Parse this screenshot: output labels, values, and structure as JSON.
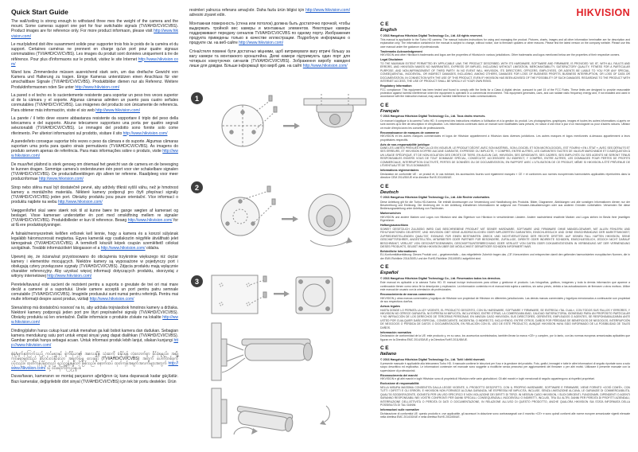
{
  "page": {
    "title": "Quick Start Guide"
  },
  "brand": {
    "logo_text": "HIKVISION",
    "logo_color": "#e01f26"
  },
  "steps": [
    {
      "num": "1"
    },
    {
      "num": "2"
    },
    {
      "num": "3"
    }
  ],
  "left_paragraphs": [
    {
      "before": "The wall/ceiling is strong enough to withstand three mes the weight of the camera and the mount. Some cameras support one port for four switchable signals (TVI/AHD/CVI/CVBS). Product images are for reference only. For more product informaon, please visit ",
      "url": "http://www.hikvision.com/",
      "after": ""
    },
    {
      "before": "Le mur/plafond doit être susamment solide pour supporter trois fois le poids de la caméra et du support. Certaines caméras ne prennent en charge qu'un port pour quatre signaux commutables (TVI/AHD/CVI/CVBS). Les images du produit sont données uniquement à tre de référence. Pour plus d'informaons sur le produit, visitez le site Internet ",
      "url": "http://www.hikvision.com/",
      "after": ""
    },
    {
      "before": "Wand bzw. Zimmerdecke müssen ausreichend stark sein, um das dreifache Gewicht von Kamera und Halterung zu tragen. Einige Kameras unterstützen einen Anschluss für vier umschaltbare Signale (TVI/AHD/CVI/CVBS). Produktbilder dienen nur als Referenz. Weitere Produktinformaonen nden Sie unter ",
      "url": "http://www.hikvision.com/",
      "after": ""
    },
    {
      "before": "La pared o el techo es lo sucientemente resistente para soportar un peso tres veces superior al de la cámara y el soporte. Algunas cámaras admiten un puerto para cuatro señales conmutables (TVI/AHD/CVI/CVBS). Las imágenes del producto son únicamente de referencia. Para obtener más información, visite el sio web ",
      "url": "http://www.hikvision.com/",
      "after": ""
    },
    {
      "before": "La parete / il tetto deve essere abbastanza resistente da sopportare il triplo del peso della telecamera e del supporto. Alcune telecamere supportano una porta per quattro segnali selezionabili (TVI/AHD/CVI/CVBS). Le immagini del prodotto sono fornite solo come riferimento. Per ulteriori informazioni sul prodotto, visitare il sito ",
      "url": "http://www.hikvision.com/",
      "after": ""
    },
    {
      "before": "A parede/teto consegue suportar três vezes o peso da câmara e do suporte. Algumas câmaras suportam uma porta para quatro sinais permutáveis (TVI/AHD/CVI/CVBS). As imagens do produto servem apenas de referência. Para mais informações sobre o produto, visite ",
      "url": "http://www.hikvision.com/",
      "after": ""
    },
    {
      "before": "De muur/het plafond is sterk genoeg om driemaal het gewicht van de camera en de bevesging te kunnen dragen. Sommige camera's ondersteunen één poort voor vier schakelbare signalen (TVI/AHD/CVI/CVBS). De productafbeeldingen zijn alleen ter referene. Raadpleeg voor meer producnformae ",
      "url": "http://www.hikvision.com/",
      "after": ""
    },
    {
      "before": "Strop nebo stěna musí být dostatečně pevné, aby udržely třikrát vyšší váhu, než je hmotnost kamery a montážního materiálu. Některé kamery podporují pro čtyři přepínací signály (TVI/AHD/CVI/CVBS) jeden port. Obrázky produktu jsou pouze orientační. Více informací o produktu najdete na webu ",
      "url": "http://www.hikvision.com/",
      "after": ""
    },
    {
      "before": "Væggen/loftet skal være stærk nok til at kunne bære tre gange vægten af kameraet og beslaget. Visse kameraer understøtter én port med omskiftning mellem re signaler (TVI/AHD/CVI/CVBS). Produktbilleder er kun til reference. Besøg ",
      "url": "http://www.hikvision.com/",
      "after": " for at få ere produktoplysninger."
    },
    {
      "before": "A falnak/mennyezetnek kellően erősnek kell lennie, hogy a kamera és a konzol súlyának legalább háromszorosát megtartsa. Egyes kamerák egy csatlakozón négyféle átváltható jelet támogatnak (TVI/AHD/CVI/CVBS). A termékről készült képek csupán szemléltető célokat szolgálnak. További információkért látogasson el a ",
      "url": "http://www.hikvision.com/",
      "after": " oldalra."
    },
    {
      "before": "Upewnij się, że ściana/sut przystosowano do obciążenia trzykrotnie większego niż ciężar kamery i elementów mocujących. Niektóre kamery są wyposażone w pojedynczy port i obsługują cztery przełączane sygnały (TVI/AHD/CVI/CVBS). Zdjęcia produktu mają wyłącznie charakter referencyjny. Aby uzyskać więcej informacji dotyczących produktu, skorzystaj z witryny internetowej ",
      "url": "http://www.hikvision.com/",
      "after": ""
    },
    {
      "before": "Peretele/tavanul este sucient de rezistent pentru a suporta o greutate de trei ori mai mare decât a camerei și a suportului. Unele camere acceptă un port pentru patru semnale comutabile (TVI/AHD/CVI/CVBS). Imaginile produsului sunt numai pentru referință. Pentru mai multe informații despre acest produs, vizitați ",
      "url": "http://www.hikvision.com/",
      "after": ""
    },
    {
      "before": "Stena/strop má dostatočnú nosnosť na to, aby udržala trojnásobok hmotnos kamery a držiaka. Niektoré kamery podporujú jeden port pre štyri prepínateľné signály (TVI/AHD/CVI/CVBS). Obrázky produktu sú len orientačné. Ďalšie informácie o produkte získate na lokalite ",
      "url": "http://www.hikvision.com/",
      "after": ""
    },
    {
      "before": "Dinding/plafon harus cukup kuat untuk menahan ga kali bobot kamera dan dudukan. Sebagian kamera mendukung satu port untuk empat sinyal yang dapat dialihkan (TVI/AHD/CVI/CVBS). Gambar produk hanya sebagai acuan. Untuk informasi produk lebih lanjut, silakan kunjungi ",
      "url": "http://www.hikvision.com/",
      "after": ""
    },
    {
      "before": "နံရံ/မျက်နှာကြက်သည် ကင်မရာနှင့် စွဲကိရိယာ၏ အလေးချိန် သုံးဆကို ခံနိုင်ရန် လုံလောက်စွာ ခိုင်ခံ့ရမည်။ အချို့ ကင်မရာများသည် ပြောင်းလဲနိုင်သော အချက်ပြမှု လေးမျိုး (TVI/AHD/CVI/CVBS) အတွက် ပေါက်တစ်ခုကို ပံ့ပိုးသည်။ ထုတ်ကုန်ပုံများသည် ရည်ညွှန်းရန်သာ ဖြစ်သည်။ နောက်ထပ် ထုတ်ကုန်အချက်အလက်များအတွက် ",
      "url": "http://www.hikvision.com/",
      "after": " သို့ ဝင်ရောက်ကြည့်ရှုပါ။"
    },
    {
      "before": "Duvar/tavan, kameranın ve montaj parçasının ağırlığının üç kana dayanacak kadar güçlüdür. Bazı kameralar, değişrilebilir dört sinyal (TVI/AHD/CVI/CVBS) için tek bir portu destekler. Ürün",
      "url": "",
      "after": ""
    }
  ],
  "mid_paragraphs": [
    {
      "before": "resimleri yalnızca referans amaçlıdır. Daha fazla ürün bilgisi için ",
      "url": "http://www.hikvision.com/",
      "after": " adresini ziyaret edin."
    },
    {
      "before": "Монтажная поверхность (стена или потолок) должна быть достаточно прочной, чтобы выдержать тройной вес камеры и монтажных элементов. Некоторые камеры поддерживают передачу сигналов TVI/AHD/CVI/CVBS по одному порту. Изображения продукта приведены только в качестве иллюстрации. Подробную информацию о продукте см. на веб-сайте ",
      "url": "http://www.hikvision.com/",
      "after": ""
    },
    {
      "before": "Стіна/стеля повинні бути достатньо міцними, щоб витримувати вагу втричі більшу за вагу камери та монтажного кронштейна. Деякі камери підтримують один порт для чотирьох комутуючих сигналів (TVI/AHD/CVI/CVBS). Зображення виробу наведені лише для довідки. Більше інформації про виріб див. на сайті ",
      "url": "http://www.hikvision.com/",
      "after": ""
    }
  ],
  "legal_sections": [
    {
      "ce": "CE",
      "lang": "English",
      "copyright": "© 2016 Hangzhou Hikvision Digital Technology Co., Ltd. All rights reserved.",
      "p1": "This manual is applicable to the Turbo HD camera. The manual includes instructions for using and managing the product. Pictures, charts, images and all other information hereinafter are for description and explanation only. The information contained in the manual is subject to change, without notice, due to firmware updates or other reasons. Please find the latest version on the company website. Please use this user manual under the guidance of professionals.",
      "h1": "Trademarks Acknowledgement",
      "p2": "HIKVISION and other Hikvision's trademarks and logos are the properties of Hikvision in various jurisdictions. Other trademarks and logos mentioned below are the properties of their respective owners.",
      "h2": "Legal Disclaimer",
      "p3": "TO THE MAXIMUM EXTENT PERMITTED BY APPLICABLE LAW, THE PRODUCT DESCRIBED, WITH ITS HARDWARE, SOFTWARE AND FIRMWARE, IS PROVIDED “AS IS”, WITH ALL FAULTS AND ERRORS, AND HIKVISION MAKES NO WARRANTIES, EXPRESS OR IMPLIED, INCLUDING WITHOUT LIMITATION, MERCHANTABILITY, SATISFACTORY QUALITY, FITNESS FOR A PARTICULAR PURPOSE, AND NON-INFRINGEMENT OF THIRD PARTY. IN NO EVENT WILL HIKVISION, ITS DIRECTORS, OFFICERS, EMPLOYEES, OR AGENTS BE LIABLE TO YOU FOR ANY SPECIAL, CONSEQUENTIAL, INCIDENTAL, OR INDIRECT DAMAGES, INCLUDING, AMONG OTHERS, DAMAGES FOR LOSS OF BUSINESS PROFITS, BUSINESS INTERRUPTION, OR LOSS OF DATA OR DOCUMENTATION, IN CONNECTION WITH THE USE OF THIS PRODUCT, EVEN IF HIKVISION HAS BEEN ADVISED OF THE POSSIBILITY OF SUCH DAMAGES. REGARDING TO THE PRODUCT WITH INTERNET ACCESS, THE USE OF PRODUCT SHALL BE WHOLLY AT YOUR OWN RISKS.",
      "h3": "Regulatory Information",
      "p4": "FCC compliance: This equipment has been tested and found to comply with the limits for a Class A digital device, pursuant to part 15 of the FCC Rules. These limits are designed to provide reasonable protection against harmful interference when the equipment is operated in a commercial environment. This equipment generates, uses, and can radiate radio frequency energy and, if not installed and used in accordance with the instruction manual, may cause harmful interference to radio communications."
    },
    {
      "ce": "CE",
      "lang": "Français",
      "copyright": "© 2016 Hangzhou Hikvision Digital Technology Co., Ltd. Tous droits réservés.",
      "p1": "Ce manuel s'applique à la caméra Turbo HD. Il comprend des instructions relatives à l'utilisation et à la gestion du produit. Les photographies, graphiques, images et toutes les autres informations ci-après ne sont donnés qu'à titre de description et d'explication. Les informations contenues dans ce manuel sont modifiables sans préavis, en raison d'une mise à jour d'un micrologiciel ou pour d'autres raisons. Utilisez ce mode d'emploi avec les conseils de professionnels.",
      "h1": "Reconnaissance de marques de commerce",
      "p2": "HIKVISION et les autres marques commerciales et logos de Hikvision appartiennent à Hikvision dans diverses juridictions. Les autres marques et logos mentionnés ci-dessous appartiennent à leurs propriétaires respectifs.",
      "h2": "Avis de non-responsabilité juridique",
      "p3": "DANS LES LIMITES PRÉVUES PAR LA LOI EN VIGUEUR, LE PRODUIT DÉCRIT, AVEC SON MATÉRIEL, SON LOGICIEL ET SON MICROLOGICIEL, EST FOURNI « EN L'ÉTAT », AVEC SES DÉFAUTS ET SES ERREURS, ET HIKVISION N'OFFRE AUCUNE GARANTIE, EXPRESSE OU IMPLICITE, Y COMPRIS, ENTRE AUTRES, LES GARANTIES TACITES DE VALEUR MARCHANDE ET D'ADÉQUATION À UN USAGE SPÉCIFIQUE, ET DE NON-VIOLATION DES DROITS DE TIERS. EN AUCUN CAS, HIKVISION, SES DIRIGEANTS, SES CADRES, SES EMPLOYÉS OU SES AGENTS NE SERONT TENUS RESPONSABLES ENVERS VOUS DE TOUT DOMMAGE SPÉCIAL, CONSÉCUTIF, ACCESSOIRE OU INDIRECT, Y COMPRIS, ENTRE AUTRES, LES DOMMAGES POUR PERTES DE PROFITS COMMERCIAUX, INTERRUPTION D'ACTIVITÉ, PERTES DE DONNÉES OU DE DOCUMENTATION, EN RAPPORT AVEC L'UTILISATION DE CE PRODUIT, MÊME SI HIKVISION A ÉTÉ PRÉVENUE DE L'ÉVENTUALITÉ DE TELS DOMMAGES.",
      "h3": "Informations réglementaires",
      "p4": "Déclaration de conformité UE : ce produit et, le cas échéant, les accessoires fournis sont également marqués « CE » et conformes aux normes européennes harmonisées applicables répertoriées dans la directive CEM 2014/30/UE et la directive RoHS 2011/65/UE."
    },
    {
      "ce": "CE",
      "lang": "Deutsch",
      "copyright": "© 2016 Hangzhou Hikvision Digital Technology Co., Ltd. Alle Rechte vorbehalten.",
      "p1": "Diese Anleitung gilt für die Turbo-HD-Kamera. Sie enthält Anweisungen zur Verwendung und Handhabung des Produkts. Bilder, Diagramme, Abbildungen und alle sonstigen Informationen dienen nur der Beschreibung und Erklärung. Die Änderung der in der Anleitung enthaltenen Informationen ist aufgrund von Firmware-Aktualisierungen oder aus anderen Gründen vorbehalten. Verwenden Sie diese Bedienungsanleitung unter Anleitung von Fachleuten.",
      "h1": "Markenzeichen",
      "p2": "HIKVISION und andere Marken und Logos von Hikvision sind das Eigentum von Hikvision in verschiedenen Ländern. Andere nachstehend erwähnte Marken und Logos stehen im Besitz ihrer jeweiligen Eigentümer.",
      "h2": "Haftungsausschluss",
      "p3": "SOWEIT GESETZLICH ZULÄSSIG WIRD DAS BESCHRIEBENE PRODUKT MIT SEINER HARDWARE, SOFTWARE UND FIRMWARE OHNE MÄNGELGEWÄHR, MIT ALLEN FEHLERN UND FEHLFUNKTIONEN GELIEFERT, UND HIKVISION GIBT KEINE AUSDRÜCKLICHEN ODER IMPLIZIERTEN GARANTIEN, EINSCHLIESSLICH UND OHNE EINSCHRÄNKUNG DER MARKTFÄHIGKEIT, ZUFRIEDENSTELLENDEN QUALITÄT, EIGNUNG FÜR EINEN BESTIMMTEN ZWECK UND NICHTVERLETZUNG DER RECHTE DRITTER. AUF KEINEN FALL HAFTEN HIKVISION, SEINE GESCHÄFTSFÜHRER, ANGESTELLTEN, MITARBEITER ODER PARTNER FÜR BESONDERE, ZUFÄLLIGE, DIREKTE ODER INDIREKTE SCHÄDEN, EINSCHLIESSLICH, JEDOCH NICHT DARAUF BESCHRÄNKT, VERLUST VON GESCHÄFTSGEWINNEN, GESCHÄFTSUNTERBRECHUNG ODER VERLUST VON DATEN ODER DOKUMENTATIONEN IN VERBINDUNG MIT DER VERWENDUNG DIESES PRODUKTS, SELBST WENN HIKVISION ÜBER DIE MÖGLICHKEIT DERARTIGER SCHÄDEN INFORMIERT WAR.",
      "h3": "Behördliche Informationen",
      "p4": "EU-Konformitätserklärung: Dieses Produkt und – gegebenenfalls – das mitgelieferte Zubehör tragen das „CE“-Kennzeichen und entsprechen damit den geltenden harmonisierten europäischen Normen, die in der EMV-Richtlinie 2014/30/EU und der RoHS-Richtlinie 2011/65/EU aufgeführt sind."
    },
    {
      "ce": "CE",
      "lang": "Español",
      "copyright": "© 2016 Hangzhou Hikvision Digital Technology Co., Ltd. Reservados todos los derechos.",
      "p1": "Este manual es aplicable a la cámara Turbo HD. El manual incluye instrucciones para utilizar y gestionar el producto. Las fotografías, gráficos, imágenes y toda la demás información que aparece a continuación tienen como único fin la descripción y explicación. La información contenida en el manual está sujeta a cambios, sin aviso previo, debido a las actualizaciones de firmware u otros motivos. Utilice este manual de usuario con la orientación de profesionales.",
      "h1": "Reconocimiento de marcas comerciales",
      "p2": "HIKVISION y otras marcas comerciales y logotipos de Hikvision son propiedad de Hikvision en diferentes jurisdicciones. Las demás marcas comerciales y logotipos mencionados a continuación son propiedad de sus respectivos dueños.",
      "h2": "Avisos legales",
      "p3": "HASTA DONDE LO PERMITA LA LEY VIGENTE, EL PRODUCTO DESCRITO, CON SU HARDWARE, SOFTWARE Y FIRMWARE, SE ENTREGA «TAL CUAL», CON TODOS SUS FALLOS Y ERRORES, Y HIKVISION NO OFRECE GARANTÍA, NI EXPRESA NI IMPLÍCITA, INCLUYENDO, ENTRE OTRAS, LA COMERCIABILIDAD, CALIDAD SATISFACTORIA, IDONEIDAD PARA UN PROPÓSITO PARTICULAR Y NO INFRACCIÓN DE LOS DERECHOS DE TERCERAS PERSONAS. EN NINGÚN CASO HIKVISION, SUS DIRECTORES, GERENTES, EMPLEADOS O AGENTES, SE RESPONSABILIZARÁN ANTE USTED POR CUALQUIER DAÑO ESPECIAL, CONSECUENTE, INCIDENTAL O INDIRECTO, INCLUYENDO, ENTRE OTROS, DAÑOS POR PÉRDIDAS DE BENEFICIOS DE NEGOCIOS, INTERRUPCIÓN DE NEGOCIOS O PÉRDIDA DE DATOS O DOCUMENTACIÓN, EN RELACIÓN CON EL USO DE ESTE PRODUCTO, AUNQUE HIKVISION HAYA SIDO INFORMADO DE LA POSIBILIDAD DE TALES DAÑOS.",
      "h3": "Información normativa",
      "p4": "Declaración de conformidad de la UE: este producto y, en su caso, los accesorios suministrados, también llevan la marca «CE» y cumplen, por lo tanto, con las normas europeas armonizadas aplicables que figuran en la Directiva EMC 2014/30/UE y la Directiva RoHS 2011/65/UE."
    },
    {
      "ce": "CE",
      "lang": "Italiano",
      "copyright": "© 2016 Hangzhou Hikvision Digital Technology Co., Ltd. Tutti i diritti riservati.",
      "p1": "Il presente manuale è applicabile alla telecamera Turbo HD. Il manuale contiene le istruzioni per l'uso e la gestione del prodotto. Foto, grafici, immagini e tutte le altre informazioni di seguito riportate sono a solo scopo descrittivo ed esplicativo. Le informazioni contenute nel manuale sono soggette a modifiche senza preavviso per aggiornamenti del firmware o per altri motivi. Utilizzare il presente manuale con la supervisione di professionisti.",
      "h1": "Riconoscimento dei marchi",
      "p2": "HIKVISION e gli altri marchi e loghi Hikvision sono di proprietà di Hikvision nelle varie giurisdizioni. Gli altri marchi e loghi menzionati di seguito appartengono ai rispettivi proprietari.",
      "h2": "Esclusione di responsabilità",
      "p3": "NELLA MISURA MASSIMA CONSENTITA DALLA LEGGE VIGENTE, IL PRODOTTO DESCRITTO, CON IL PROPRIO HARDWARE, SOFTWARE E FIRMWARE, VIENE FORNITO «COSÌ COM'È», CON TUTTI I DIFETTI E GLI ERRORI, E HIKVISION NON FORNISCE ALCUNA GARANZIA, NÉ ESPRESSA NÉ IMPLICITA, INCLUSE, SENZA LIMITAZIONE ALCUNA, LE GARANZIE DI COMMERCIABILITÀ, QUALITÀ SODDISFACENTE, IDONEITÀ PER UN USO SPECIFICO E NON VIOLAZIONE DEI DIRITTI DI TERZI. IN NESSUN CASO HIKVISION, I SUOI DIRIGENTI, FUNZIONARI, DIPENDENTI O AGENTI SARANNO RESPONSABILI NEI VOSTRI CONFRONTI PER DANNI SPECIALI, CONSEQUENZIALI, INCIDENTALI O INDIRETTI, INCLUSI, TRA GLI ALTRI, DANNI PER PERDITA DI PROFITTI AZIENDALI, INTERRUZIONE DELL'ATTIVITÀ O PERDITA DI DATI O DOCUMENTAZIONE, IN RELAZIONE ALL'USO DI QUESTO PRODOTTO, ANCHE QUALORA HIKVISION SIA STATA INFORMATA DELLA POSSIBILITÀ DI TALI DANNI.",
      "h3": "Informazioni sulle normative",
      "p4": "Dichiarazione di conformità UE: questo prodotto e, ove applicabile, gli accessori in dotazione sono contrassegnati con il marchio «CE» e sono quindi conformi alle norme europee armonizzate vigenti elencate nella direttiva EMC 2014/30/UE e nella direttiva RoHS 2011/65/UE."
    }
  ]
}
